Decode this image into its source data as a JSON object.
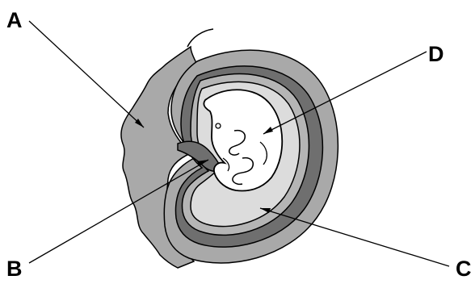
{
  "labels": {
    "a": "A",
    "b": "B",
    "c": "C",
    "d": "D"
  },
  "colors": {
    "outer_tissue": "#a9a9a9",
    "dark_band": "#6f6f6f",
    "mid_band": "#b5b5b5",
    "fluid": "#dcdcdc",
    "embryo": "#ffffff",
    "outline": "#000000"
  }
}
